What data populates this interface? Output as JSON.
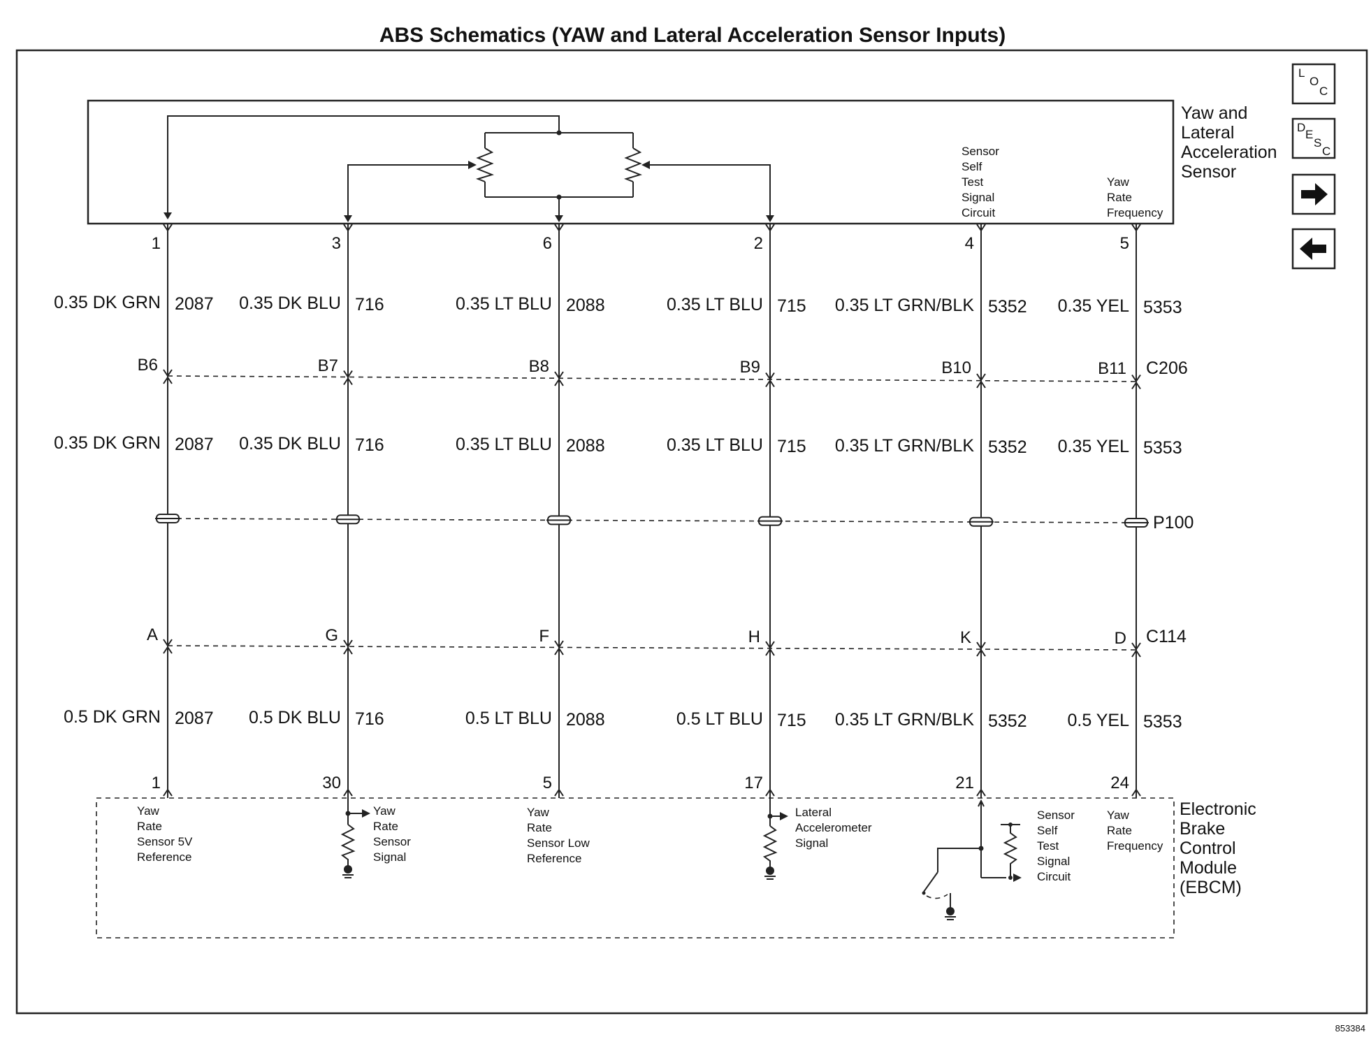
{
  "title": "ABS Schematics (YAW and Lateral Acceleration Sensor Inputs)",
  "figure_id": "853384",
  "nav": {
    "loc_main": "L",
    "loc_sub1": "O",
    "loc_sub2": "C",
    "desc_main": "D",
    "desc_sub1": "E",
    "desc_sub2": "S",
    "desc_sub3": "C"
  },
  "sensor": {
    "name_lines": [
      "Yaw and",
      "Lateral",
      "Acceleration",
      "Sensor"
    ],
    "self_test_lines": [
      "Sensor",
      "Self",
      "Test",
      "Signal",
      "Circuit"
    ],
    "yaw_freq_lines": [
      "Yaw",
      "Rate",
      "Frequency"
    ]
  },
  "connectors": {
    "c206": "C206",
    "p100": "P100",
    "c114": "C114"
  },
  "circuits": [
    {
      "sensor_pin": "1",
      "wire1": "0.35 DK GRN",
      "c206_pin": "B6",
      "wire2": "0.35 DK GRN",
      "c114_pin": "A",
      "wire3": "0.5 DK GRN",
      "circuit_num": "2087",
      "ebcm_pin": "1"
    },
    {
      "sensor_pin": "3",
      "wire1": "0.35 DK BLU",
      "c206_pin": "B7",
      "wire2": "0.35 DK BLU",
      "c114_pin": "G",
      "wire3": "0.5 DK BLU",
      "circuit_num": "716",
      "ebcm_pin": "30"
    },
    {
      "sensor_pin": "6",
      "wire1": "0.35 LT BLU",
      "c206_pin": "B8",
      "wire2": "0.35 LT BLU",
      "c114_pin": "F",
      "wire3": "0.5 LT BLU",
      "circuit_num": "2088",
      "ebcm_pin": "5"
    },
    {
      "sensor_pin": "2",
      "wire1": "0.35 LT BLU",
      "c206_pin": "B9",
      "wire2": "0.35 LT BLU",
      "c114_pin": "H",
      "wire3": "0.5 LT BLU",
      "circuit_num": "715",
      "ebcm_pin": "17"
    },
    {
      "sensor_pin": "4",
      "wire1": "0.35 LT GRN/BLK",
      "c206_pin": "B10",
      "wire2": "0.35 LT GRN/BLK",
      "c114_pin": "K",
      "wire3": "0.35 LT GRN/BLK",
      "circuit_num": "5352",
      "ebcm_pin": "21"
    },
    {
      "sensor_pin": "5",
      "wire1": "0.35 YEL",
      "c206_pin": "B11",
      "wire2": "0.35 YEL",
      "c114_pin": "D",
      "wire3": "0.5 YEL",
      "circuit_num": "5353",
      "ebcm_pin": "24"
    }
  ],
  "ebcm": {
    "name_lines": [
      "Electronic",
      "Brake",
      "Control",
      "Module",
      "(EBCM)"
    ],
    "func1_lines": [
      "Yaw",
      "Rate",
      "Sensor 5V",
      "Reference"
    ],
    "func2_lines": [
      "Yaw",
      "Rate",
      "Sensor",
      "Signal"
    ],
    "func3_lines": [
      "Yaw",
      "Rate",
      "Sensor Low",
      "Reference"
    ],
    "func4_lines": [
      "Lateral",
      "Accelerometer",
      "Signal"
    ],
    "func5_lines": [
      "Sensor",
      "Self",
      "Test",
      "Signal",
      "Circuit"
    ],
    "func6_lines": [
      "Yaw",
      "Rate",
      "Frequency"
    ]
  }
}
